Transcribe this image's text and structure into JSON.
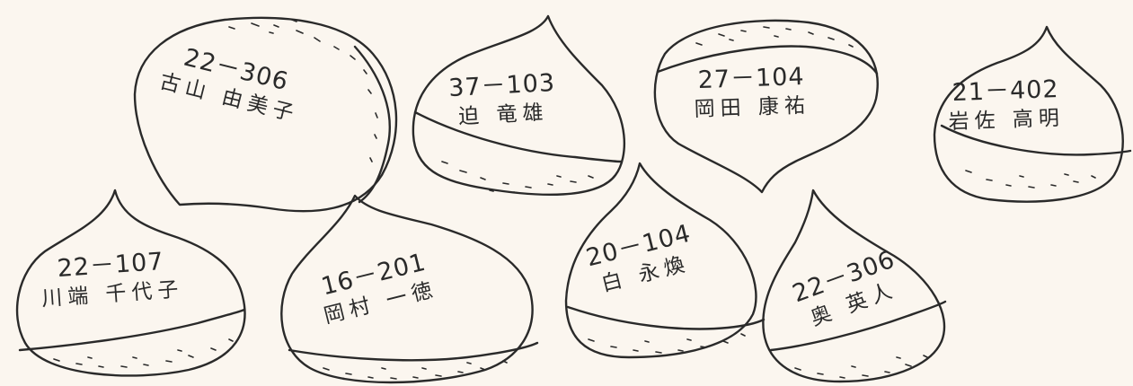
{
  "chestnuts": [
    {
      "id": "c1",
      "number": "22－306",
      "name": "古山 由美子"
    },
    {
      "id": "c2",
      "number": "37－103",
      "name": "迫 竜雄"
    },
    {
      "id": "c3",
      "number": "27－104",
      "name": "岡田 康祐"
    },
    {
      "id": "c4",
      "number": "21－402",
      "name": "岩佐 高明"
    },
    {
      "id": "c5",
      "number": "22－107",
      "name": "川端 千代子"
    },
    {
      "id": "c6",
      "number": "16－201",
      "name": "岡村 一徳"
    },
    {
      "id": "c7",
      "number": "20－104",
      "name": "白 永煥"
    },
    {
      "id": "c8",
      "number": "22－306",
      "name": "奥 英人"
    }
  ],
  "colors": {
    "paper": "#fbf6ef",
    "ink": "#2a2a2a"
  }
}
